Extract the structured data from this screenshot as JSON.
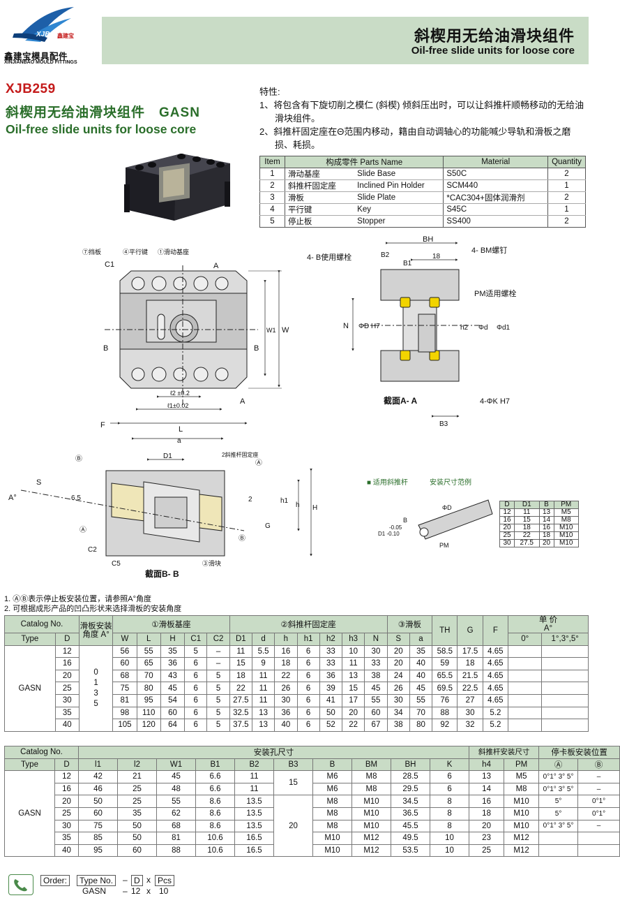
{
  "header": {
    "brand_cn": "鑫建宝模具配件",
    "brand_en": "XINJIANBAO MOULD FITTINGS",
    "logo_mark": "XJB",
    "logo_mark_cn": "鑫建宝",
    "title_cn": "斜楔用无给油滑块组件",
    "title_en": "Oil-free slide units for loose core"
  },
  "product": {
    "code": "XJB259",
    "title_cn": "斜楔用无给油滑块组件",
    "model": "GASN",
    "title_en": "Oil-free slide units for loose core"
  },
  "features": {
    "heading": "特性:",
    "items": [
      "1、将包含有下旋切削之模仁 (斜楔) 倾斜压出时，可以让斜推杆顺畅移动的无给油滑块组件。",
      "2、斜推杆固定座在Θ范围内移动，籍由自动调轴心的功能喊少导轨和滑板之磨损、耗损。"
    ]
  },
  "parts_table": {
    "headers": [
      "Item",
      "构成零件 Parts Name",
      "Material",
      "Quantity"
    ],
    "rows": [
      {
        "item": "1",
        "cn": "滑动基座",
        "en": "Slide Base",
        "material": "S50C",
        "qty": "2"
      },
      {
        "item": "2",
        "cn": "斜推杆固定座",
        "en": "Inclined Pin Holder",
        "material": "SCM440",
        "qty": "1"
      },
      {
        "item": "3",
        "cn": "滑板",
        "en": "Slide Plate",
        "material": "*CAC304+固体润滑剂",
        "qty": "2"
      },
      {
        "item": "4",
        "cn": "平行键",
        "en": "Key",
        "material": "S45C",
        "qty": "1"
      },
      {
        "item": "5",
        "cn": "停止板",
        "en": "Stopper",
        "material": "SS400",
        "qty": "2"
      }
    ]
  },
  "drawing_labels": {
    "top_view": [
      "⑦挡板",
      "④平行键",
      "①滑动基座",
      "C1",
      "A",
      "A",
      "B",
      "B",
      "W",
      "W1",
      "ℓ2 ±0.2",
      "ℓ1±0.02",
      "L",
      "F"
    ],
    "section_aa": [
      "BH",
      "18",
      "B2",
      "B1",
      "4- BM螺钉",
      "4- B使用螺栓",
      "PM适用螺栓",
      "N",
      "ΦD H7",
      "h2",
      "Φd",
      "Φd1",
      "截面A- A",
      "4-ΦK H7",
      "B3"
    ],
    "section_bb": [
      "a",
      "D1",
      "2斜推杆固定座",
      "Ⓑ",
      "Ⓐ",
      "S",
      "A°",
      "6.5",
      "2",
      "h1",
      "h",
      "H",
      "G",
      "Ⓐ",
      "Ⓑ",
      "C2",
      "C5",
      "③滑块",
      "截面B- B"
    ],
    "pin_legend_title": "■ 适用斜推杆",
    "pin_legend_sub": "安装尺寸范例",
    "pin_labels": [
      "ΦD",
      "B",
      "-0.05",
      "D1 -0.10",
      "PM"
    ]
  },
  "pin_table": {
    "headers": [
      "D",
      "D1",
      "B",
      "PM"
    ],
    "rows": [
      [
        "12",
        "11",
        "13",
        "M5"
      ],
      [
        "16",
        "15",
        "14",
        "M8"
      ],
      [
        "20",
        "18",
        "16",
        "M10"
      ],
      [
        "25",
        "22",
        "18",
        "M10"
      ],
      [
        "30",
        "27.5",
        "20",
        "M10"
      ]
    ]
  },
  "notes": [
    "1. ⒶⒷ表示停止板安装位置，请参照A°角度",
    "2. 可根据成形产品的凹凸形状来选择滑板的安装角度"
  ],
  "table1": {
    "h_catalog": "Catalog No.",
    "h_type": "Type",
    "h_d": "D",
    "h_angle": "滑板安装角度 A°",
    "h_g1": "①滑板基座",
    "h_g2": "②斜推杆固定座",
    "h_g3": "③滑板",
    "h_th": "TH",
    "h_g": "G",
    "h_f": "F",
    "h_price": "单 价",
    "h_price_a": "A°",
    "h_price_0": "0°",
    "h_price_135": "1°,3°,5°",
    "sub1": [
      "W",
      "L",
      "H",
      "C1",
      "C2"
    ],
    "sub2": [
      "D1",
      "d",
      "h",
      "h1",
      "h2",
      "h3",
      "N"
    ],
    "sub3": [
      "S",
      "a"
    ],
    "type": "GASN",
    "angles": [
      "0",
      "1",
      "3",
      "5"
    ],
    "rows": [
      [
        "12",
        "56",
        "55",
        "35",
        "5",
        "–",
        "11",
        "5.5",
        "16",
        "6",
        "33",
        "10",
        "30",
        "20",
        "35",
        "58.5",
        "17.5",
        "4.65"
      ],
      [
        "16",
        "60",
        "65",
        "36",
        "6",
        "–",
        "15",
        "9",
        "18",
        "6",
        "33",
        "11",
        "33",
        "20",
        "40",
        "59",
        "18",
        "4.65"
      ],
      [
        "20",
        "68",
        "70",
        "43",
        "6",
        "5",
        "18",
        "11",
        "22",
        "6",
        "36",
        "13",
        "38",
        "24",
        "40",
        "65.5",
        "21.5",
        "4.65"
      ],
      [
        "25",
        "75",
        "80",
        "45",
        "6",
        "5",
        "22",
        "11",
        "26",
        "6",
        "39",
        "15",
        "45",
        "26",
        "45",
        "69.5",
        "22.5",
        "4.65"
      ],
      [
        "30",
        "81",
        "95",
        "54",
        "6",
        "5",
        "27.5",
        "11",
        "30",
        "6",
        "41",
        "17",
        "55",
        "30",
        "55",
        "76",
        "27",
        "4.65"
      ],
      [
        "35",
        "98",
        "110",
        "60",
        "6",
        "5",
        "32.5",
        "13",
        "36",
        "6",
        "50",
        "20",
        "60",
        "34",
        "70",
        "88",
        "30",
        "5.2"
      ],
      [
        "40",
        "105",
        "120",
        "64",
        "6",
        "5",
        "37.5",
        "13",
        "40",
        "6",
        "52",
        "22",
        "67",
        "38",
        "80",
        "92",
        "32",
        "5.2"
      ]
    ]
  },
  "table2": {
    "h_catalog": "Catalog No.",
    "h_type": "Type",
    "h_d": "D",
    "h_install": "安装孔尺寸",
    "h_pin": "斜推杆安装尺寸",
    "h_stop": "停卡板安装位置",
    "sub": [
      "l1",
      "l2",
      "W1",
      "B1",
      "B2",
      "B3",
      "B",
      "BM",
      "BH",
      "K",
      "h4",
      "PM",
      "Ⓐ",
      "Ⓑ"
    ],
    "type": "GASN",
    "b3_a": "15",
    "b3_b": "20",
    "rows": [
      [
        "12",
        "42",
        "21",
        "45",
        "6.6",
        "11",
        "M6",
        "M8",
        "28.5",
        "6",
        "13",
        "M5",
        "0°1° 3° 5°",
        "–"
      ],
      [
        "16",
        "46",
        "25",
        "48",
        "6.6",
        "11",
        "M6",
        "M8",
        "29.5",
        "6",
        "14",
        "M8",
        "0°1° 3° 5°",
        "–"
      ],
      [
        "20",
        "50",
        "25",
        "55",
        "8.6",
        "13.5",
        "M8",
        "M10",
        "34.5",
        "8",
        "16",
        "M10",
        "5°",
        "0°1°"
      ],
      [
        "25",
        "60",
        "35",
        "62",
        "8.6",
        "13.5",
        "M8",
        "M10",
        "36.5",
        "8",
        "18",
        "M10",
        "5°",
        "0°1°"
      ],
      [
        "30",
        "75",
        "50",
        "68",
        "8.6",
        "13.5",
        "M8",
        "M10",
        "45.5",
        "8",
        "20",
        "M10",
        "0°1° 3° 5°",
        "–"
      ],
      [
        "35",
        "85",
        "50",
        "81",
        "10.6",
        "16.5",
        "M10",
        "M12",
        "49.5",
        "10",
        "23",
        "M12",
        "",
        ""
      ],
      [
        "40",
        "95",
        "60",
        "88",
        "10.6",
        "16.5",
        "M10",
        "M12",
        "53.5",
        "10",
        "25",
        "M12",
        "",
        ""
      ]
    ]
  },
  "order": {
    "label": "Order:",
    "type_no": "Type No.",
    "d": "D",
    "pcs": "Pcs",
    "dash": "–",
    "x": "x",
    "example_type": "GASN",
    "example_d": "12",
    "example_pcs": "10"
  }
}
